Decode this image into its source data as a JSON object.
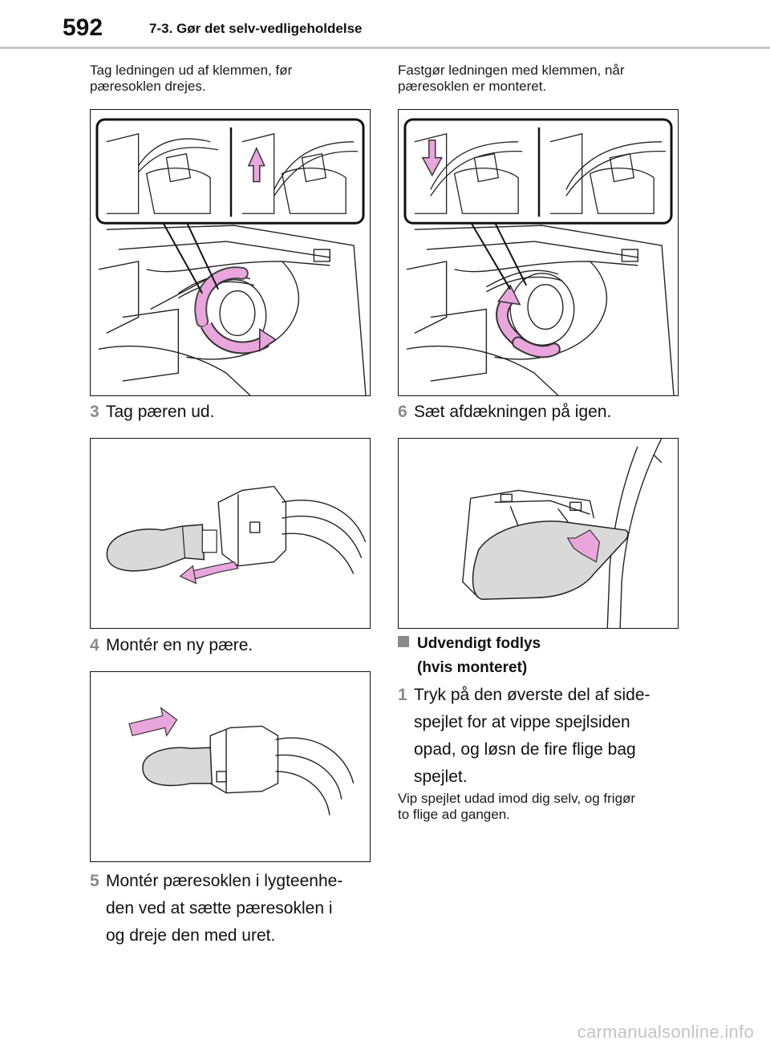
{
  "header": {
    "page_number": "592",
    "chapter_title": "7-3. Gør det selv-vedligeholdelse"
  },
  "left": {
    "intro_line1": "Tag ledningen ud af klemmen, før",
    "intro_line2": "pæresoklen drejes.",
    "step3": {
      "num": "3",
      "text": "Tag pæren ud."
    },
    "step4": {
      "num": "4",
      "text": "Montér en ny pære."
    },
    "step5": {
      "num": "5",
      "line1": "Montér pæresoklen i lygteenhe-",
      "line2": "den ved at sætte pæresoklen i",
      "line3": "og dreje den med uret."
    }
  },
  "right": {
    "intro_line1": "Fastgør ledningen med klemmen, når",
    "intro_line2": "pæresoklen er monteret.",
    "step6": {
      "num": "6",
      "text": "Sæt afdækningen på igen."
    },
    "section": {
      "line1": "Udvendigt fodlys",
      "line2": "(hvis monteret)"
    },
    "step1": {
      "num": "1",
      "line1": "Tryk på den øverste del af side-",
      "line2": "spejlet for at vippe spejlsiden",
      "line3": "opad, og løsn de fire flige bag",
      "line4": "spejlet."
    },
    "note_line1": "Vip spejlet udad imod dig selv, og frigør",
    "note_line2": "to flige ad gangen."
  },
  "watermark": "carmanualsonline.info",
  "colors": {
    "arrow_pink": "#e9a6dc",
    "step_gray": "#8a8a8a",
    "rule_gray": "#c8c8c8"
  }
}
